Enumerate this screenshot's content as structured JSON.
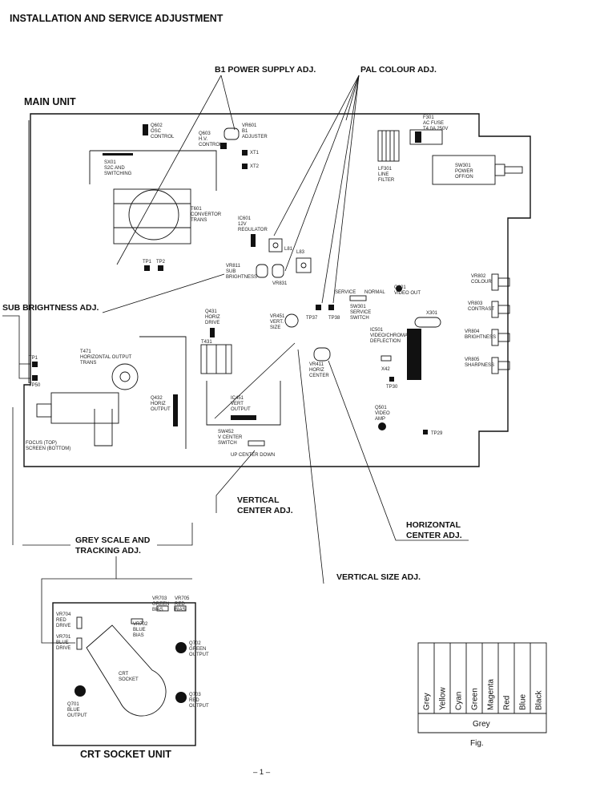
{
  "header": {
    "title": "INSTALLATION AND SERVICE ADJUSTMENT",
    "main_unit": "MAIN UNIT",
    "crt_unit": "CRT SOCKET UNIT",
    "page_number": "– 1 –"
  },
  "callouts": {
    "b1_power": "B1 POWER SUPPLY ADJ.",
    "pal_colour": "PAL COLOUR ADJ.",
    "sub_brightness": "SUB BRIGHTNESS ADJ.",
    "vertical_center_1": "VERTICAL",
    "vertical_center_2": "CENTER ADJ.",
    "horizontal_center_1": "HORIZONTAL",
    "horizontal_center_2": "CENTER ADJ.",
    "grey_scale_1": "GREY SCALE AND",
    "grey_scale_2": "TRACKING ADJ.",
    "vertical_size": "VERTICAL SIZE ADJ."
  },
  "main_labels": {
    "q602": "Q602",
    "osc": "OSC",
    "control": "CONTROL",
    "q603": "Q603",
    "h_vo": "H.V.",
    "control2": "CONTROL",
    "vr601": "VR601",
    "b1": "B1",
    "adjuster": "ADJUSTER",
    "x1": "XT1",
    "x2": "XT2",
    "t601": "T601",
    "t601_a": "CONVERTOR",
    "t601_b": "TRANS",
    "sx01": "SX01",
    "sx01_a": "S2C AND",
    "sx01_b": "SWITCHING",
    "ic601": "IC601",
    "ic601_a": "12V",
    "ic601_b": "REGULATOR",
    "l81": "L81",
    "l83": "L83",
    "tp1": "TP1",
    "tp2": "TP2",
    "vr811": "VR811",
    "vr811_a": "SUB",
    "vr811_b": "BRIGHTNESS",
    "vr831": "VR831",
    "f301": "F301",
    "f301_a": "AC FUSE",
    "f301_b": "T4.0A 250V",
    "lf301": "LF301",
    "lf301_a": "LINE",
    "lf301_b": "FILTER",
    "sw301": "SW301",
    "sw301_a": "POWER",
    "sw301_b": "OFF/ON",
    "service": "SERVICE",
    "normal": "NORMAL",
    "sw301b": "SW301",
    "sw301b_a": "SERVICE",
    "sw301b_b": "SWITCH",
    "q801": "Q801",
    "video_out": "VIDEO OUT",
    "x301": "X301",
    "vr802": "VR802",
    "colour": "COLOUR",
    "vr803": "VR803",
    "contrast": "CONTRAST",
    "vr804": "VR804",
    "brightness": "BRIGHTNESS",
    "vr805": "VR805",
    "sharpness": "SHARPNESS",
    "tp37": "TP37",
    "tp38": "TP38",
    "q431": "Q431",
    "q431_a": "HORIZ",
    "q431_b": "DRIVE",
    "t431": "T431",
    "vr451": "VR451",
    "vr451_a": "VERT.",
    "vr451_b": "SIZE",
    "ic501": "IC501",
    "ic501_a": "VIDEO/CHROMA/",
    "ic501_b": "DEFLECTION",
    "vr411": "VR411",
    "vr411_a": "HORIZ",
    "vr411_b": "CENTER",
    "x42": "X42",
    "tp30": "TP30",
    "q501": "Q501",
    "q501_a": "VIDEO",
    "q501_b": "AMP",
    "tp29": "TP29",
    "tp1b": "TP1",
    "tp50": "TP50",
    "t471": "T471",
    "t471_a": "HORIZONTAL OUTPUT",
    "t471_b": "TRANS",
    "q432": "Q432",
    "q432_a": "HORIZ",
    "q432_b": "OUTPUT",
    "ic451": "IC451",
    "ic451_a": "VERT",
    "ic451_b": "OUTPUT",
    "sw452": "SW452",
    "sw452_a": "V CENTER",
    "sw452_b": "SWITCH",
    "up_center_down": "UP   CENTER   DOWN",
    "focus_1": "FOCUS (TOP)",
    "focus_2": "SCREEN (BOTTOM)"
  },
  "crt_labels": {
    "vr703": "VR703",
    "vr703_a": "GREEN",
    "vr703_b": "BIAS",
    "vr705": "VR705",
    "vr705_a": "RED",
    "vr705_b": "BIAS",
    "vr704": "VR704",
    "vr704_a": "RED",
    "vr704_b": "DRIVE",
    "vr702": "VR702",
    "vr702_a": "BLUE",
    "vr702_b": "BIAS",
    "vr701": "VR701",
    "vr701_a": "BLUE",
    "vr701_b": "DRIVE",
    "q702": "Q702",
    "q702_a": "GREEN",
    "q702_b": "OUTPUT",
    "crt": "CRT",
    "socket": "SOCKET",
    "q703": "Q703",
    "q703_a": "RED",
    "q703_b": "OUTPUT",
    "q701": "Q701",
    "q701_a": "BLUE",
    "q701_b": "OUTPUT"
  },
  "fig": {
    "bars": [
      "Grey",
      "Yellow",
      "Cyan",
      "Green",
      "Magenta",
      "Red",
      "Blue",
      "Black"
    ],
    "bottom_label": "Grey",
    "caption": "Fig."
  }
}
